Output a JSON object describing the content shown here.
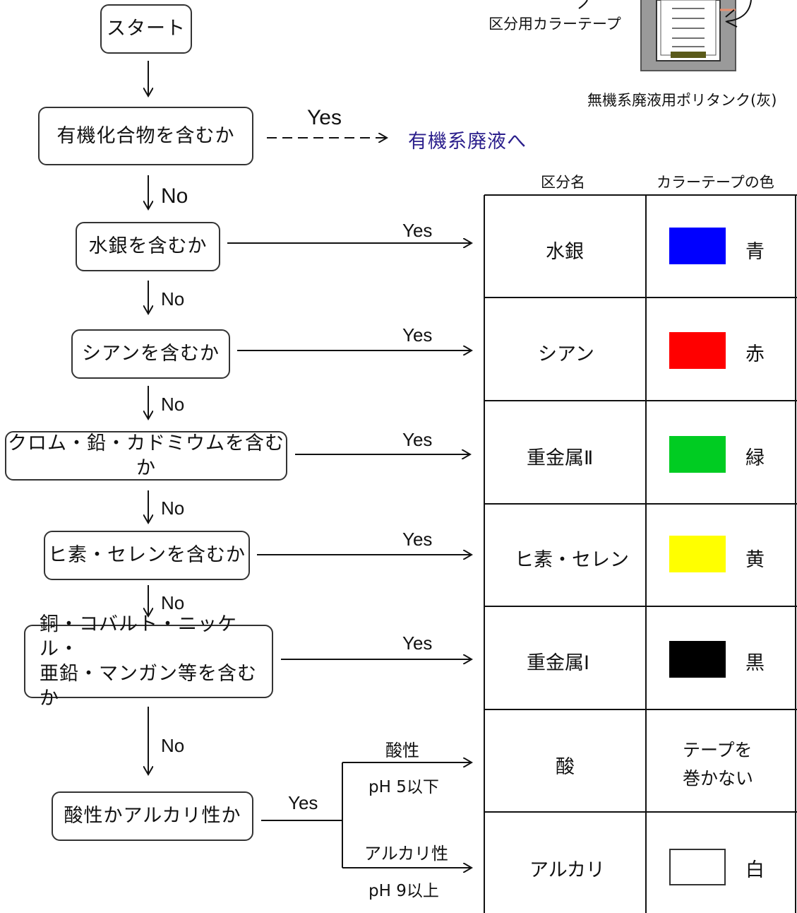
{
  "flow": {
    "start": "スタート",
    "q_organic": "有機化合物を含むか",
    "q_mercury": "水銀を含むか",
    "q_cyanide": "シアンを含むか",
    "q_crpbcd": "クロム・鉛・カドミウムを含むか",
    "q_asse": "ヒ素・セレンを含むか",
    "q_cu_line1": "銅・コバルト・ニッケル・",
    "q_cu_line2": "亜鉛・マンガン等を含むか",
    "q_acid": "酸性かアルカリ性か",
    "yes": "Yes",
    "no": "No",
    "to_organic": "有機系廃液へ",
    "acidic": "酸性",
    "acidic_ph": "pH 5以下",
    "alkaline": "アルカリ性",
    "alkaline_ph": "pH 9以上"
  },
  "tank": {
    "tape_label": "区分用カラーテープ",
    "caption": "無機系廃液用ポリタンク(灰)"
  },
  "table": {
    "col_category": "区分名",
    "col_color": "カラーテープの色",
    "rows": [
      {
        "category": "水銀",
        "color_name": "青",
        "swatch": "#0000ff"
      },
      {
        "category": "シアン",
        "color_name": "赤",
        "swatch": "#ff0000"
      },
      {
        "category": "重金属Ⅱ",
        "color_name": "緑",
        "swatch": "#00cc22"
      },
      {
        "category": "ヒ素・セレン",
        "color_name": "黄",
        "swatch": "#ffff00"
      },
      {
        "category": "重金属Ⅰ",
        "color_name": "黒",
        "swatch": "#000000"
      },
      {
        "category": "酸",
        "note_line1": "テープを",
        "note_line2": "巻かない"
      },
      {
        "category": "アルカリ",
        "color_name": "白",
        "swatch": "#ffffff"
      }
    ]
  }
}
